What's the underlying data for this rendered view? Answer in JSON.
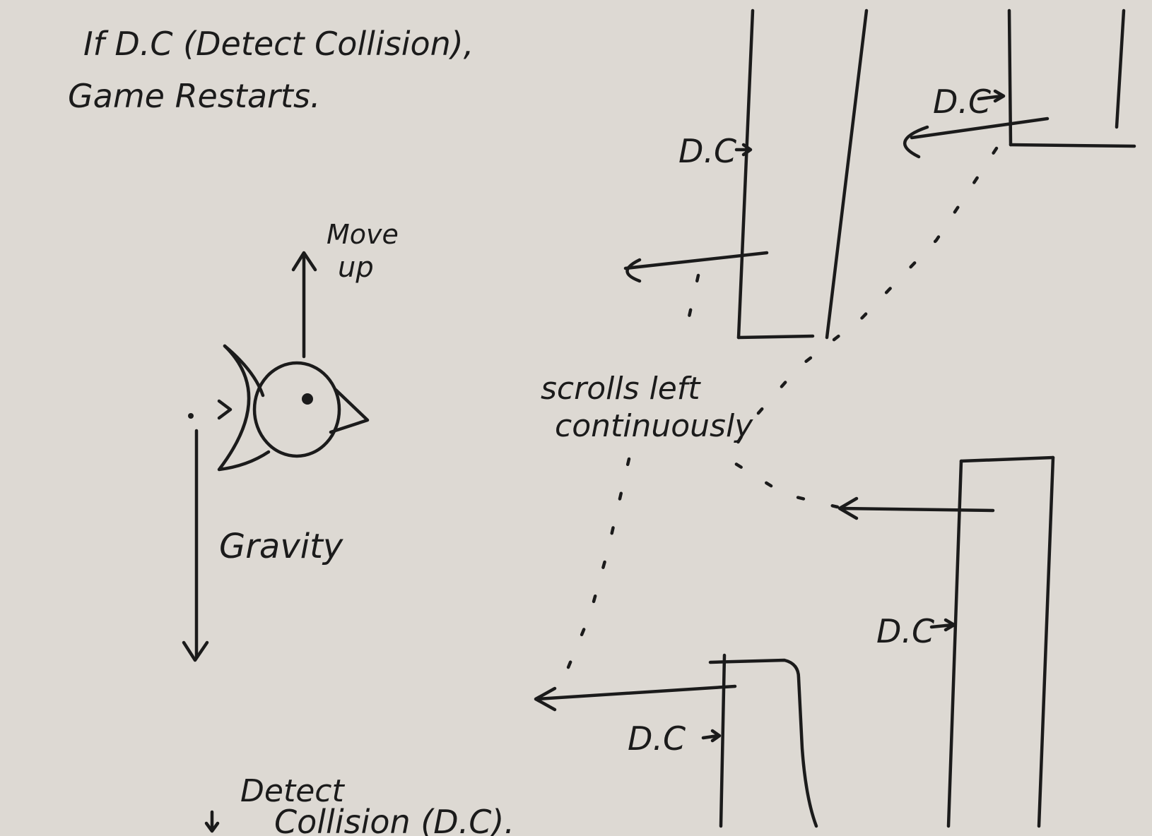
{
  "notes": {
    "header_line1": "If D.C (Detect Collision),",
    "header_line2": "Game Restarts.",
    "move_up_line1": "Move",
    "move_up_line2": "up",
    "gravity": "Gravity",
    "scrolls_left_line1": "scrolls left",
    "scrolls_left_line2": "continuously",
    "detect_collision_line1": "Detect",
    "detect_collision_line2": "Collision (D.C)."
  },
  "dc_labels": {
    "top_left_pipe": "D.C",
    "top_right_pipe": "D.C",
    "bottom_right_pipe": "D.C",
    "bottom_left_pipe": "D.C"
  },
  "colors": {
    "paper": "#ddd9d3",
    "ink": "#1b1b1b"
  },
  "icons": {
    "bird": "bird-sketch-icon",
    "arrow_up": "arrow-up-icon",
    "arrow_down": "arrow-down-icon",
    "arrow_left": "arrow-left-icon",
    "arrow_right": "arrow-right-icon"
  }
}
